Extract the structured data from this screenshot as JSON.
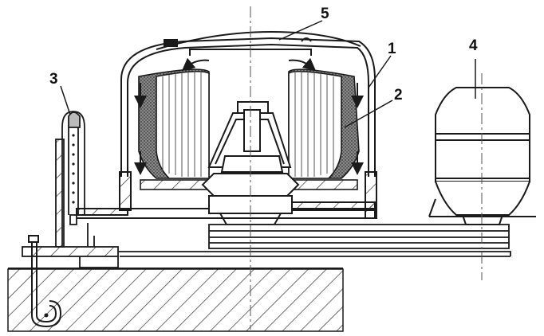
{
  "callouts": [
    {
      "id": "c1",
      "text": "1"
    },
    {
      "id": "c2",
      "text": "2"
    },
    {
      "id": "c3",
      "text": "3"
    },
    {
      "id": "c4",
      "text": "4"
    },
    {
      "id": "c5",
      "text": "5"
    }
  ],
  "colors": {
    "ink": "#1a1a1a",
    "hatch": "#333333",
    "winding": "#555555",
    "paper": "#ffffff",
    "light": "#cfcfcf"
  }
}
